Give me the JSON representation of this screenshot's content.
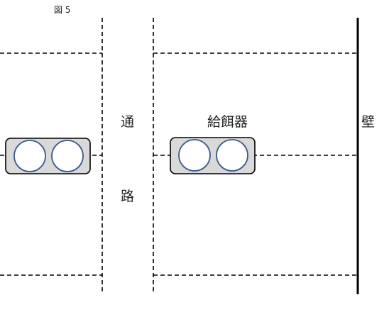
{
  "figure_label": "図 5",
  "labels": {
    "aisle_char_1": "通",
    "aisle_char_2": "路",
    "feeder": "給餌器",
    "wall": "壁"
  },
  "colors": {
    "line": "#000000",
    "feeder_fill": "#d9d9d9",
    "circle_stroke": "#3b5b8c",
    "circle_fill": "#ffffff"
  }
}
